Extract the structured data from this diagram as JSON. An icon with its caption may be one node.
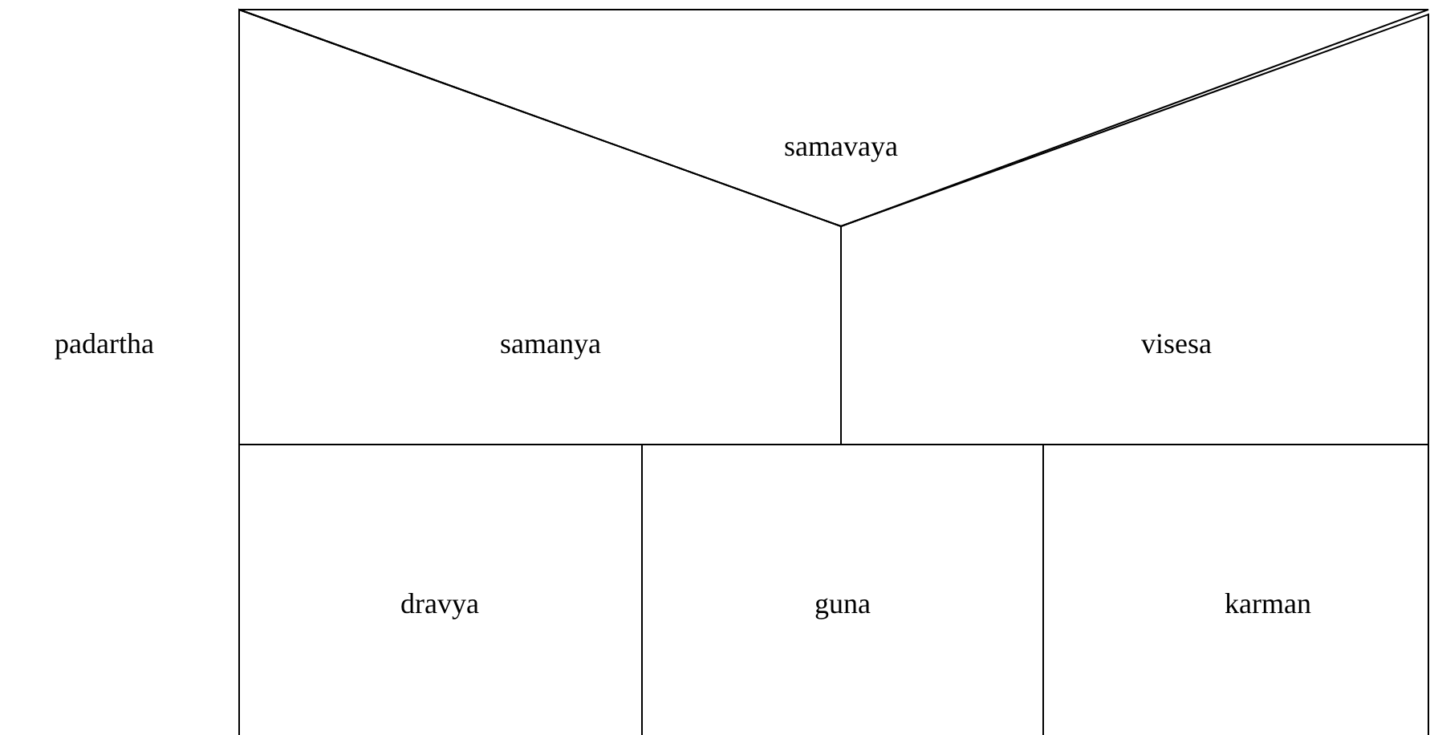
{
  "diagram": {
    "nodes": [
      {
        "text": [
          "samavaya"
        ]
      },
      {
        "text": [
          "samanya"
        ]
      },
      {
        "text": [
          "visesa"
        ]
      },
      {
        "text": [
          "dravya"
        ]
      },
      {
        "text": [
          "guna"
        ]
      },
      {
        "text": [
          "karman"
        ]
      }
    ],
    "labels": [
      "padartha"
    ]
  }
}
